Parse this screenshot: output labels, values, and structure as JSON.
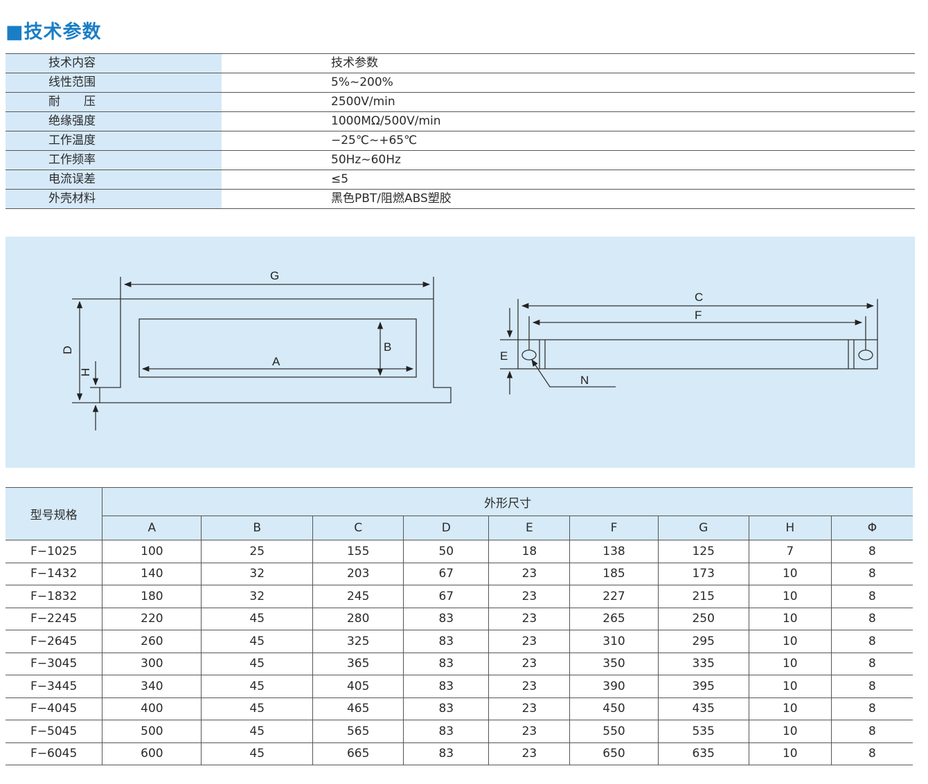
{
  "section_title": "■技术参数",
  "params": [
    {
      "key": "技术内容",
      "value": "技术参数"
    },
    {
      "key": "线性范围",
      "value": "5%~200%"
    },
    {
      "key": "耐　　压",
      "value": "2500V/min"
    },
    {
      "key": "绝缘强度",
      "value": "1000MΩ/500V/min"
    },
    {
      "key": "工作温度",
      "value": "−25℃~+65℃"
    },
    {
      "key": "工作频率",
      "value": "50Hz~60Hz"
    },
    {
      "key": "电流误差",
      "value": "≤5"
    },
    {
      "key": "外壳材料",
      "value": "黑色PBT/阻燃ABS塑胶"
    }
  ],
  "diagram": {
    "labels": {
      "G": "G",
      "A": "A",
      "B": "B",
      "D": "D",
      "H": "H",
      "C": "C",
      "F": "F",
      "E": "E",
      "N": "N"
    }
  },
  "dims": {
    "model_header": "型号规格",
    "group_header": "外形尺寸",
    "columns": [
      "A",
      "B",
      "C",
      "D",
      "E",
      "F",
      "G",
      "H",
      "Φ"
    ],
    "rows": [
      [
        "F−1025",
        "100",
        "25",
        "155",
        "50",
        "18",
        "138",
        "125",
        "7",
        "8"
      ],
      [
        "F−1432",
        "140",
        "32",
        "203",
        "67",
        "23",
        "185",
        "173",
        "10",
        "8"
      ],
      [
        "F−1832",
        "180",
        "32",
        "245",
        "67",
        "23",
        "227",
        "215",
        "10",
        "8"
      ],
      [
        "F−2245",
        "220",
        "45",
        "280",
        "83",
        "23",
        "265",
        "250",
        "10",
        "8"
      ],
      [
        "F−2645",
        "260",
        "45",
        "325",
        "83",
        "23",
        "310",
        "295",
        "10",
        "8"
      ],
      [
        "F−3045",
        "300",
        "45",
        "365",
        "83",
        "23",
        "350",
        "335",
        "10",
        "8"
      ],
      [
        "F−3445",
        "340",
        "45",
        "405",
        "83",
        "23",
        "390",
        "395",
        "10",
        "8"
      ],
      [
        "F−4045",
        "400",
        "45",
        "465",
        "83",
        "23",
        "450",
        "435",
        "10",
        "8"
      ],
      [
        "F−5045",
        "500",
        "45",
        "565",
        "83",
        "23",
        "550",
        "535",
        "10",
        "8"
      ],
      [
        "F−6045",
        "600",
        "45",
        "665",
        "83",
        "23",
        "650",
        "635",
        "10",
        "8"
      ]
    ]
  }
}
